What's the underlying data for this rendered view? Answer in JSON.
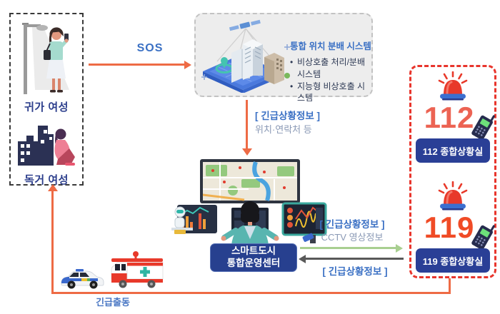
{
  "left_box": {
    "labels": [
      "귀가 여성",
      "독거 여성"
    ]
  },
  "sos_arrow": {
    "label": "SOS"
  },
  "location_system_box": {
    "title": "통합 위치 분배 시스템",
    "bullet_marker": "•",
    "bullets": [
      "비상호출 처리/분배 시스템",
      "지능형 비상호출 시스템"
    ]
  },
  "emergency_info_down": {
    "tag": "[ 긴급상황정보 ]",
    "detail": "위치·연락처 등"
  },
  "control_center": {
    "name_line1": "스마트도시",
    "name_line2": "통합운영센터"
  },
  "center_to_situation_room": {
    "tag": "[ 긴급상황정보 ]",
    "detail": "CCTV 영상정보"
  },
  "situation_room_to_center": {
    "tag": "[ 긴급상황정보 ]"
  },
  "right_box": {
    "units": [
      {
        "number": "112",
        "label": "112 종합상황실"
      },
      {
        "number": "119",
        "label": "119 종합상황실"
      }
    ]
  },
  "dispatch": {
    "label": "긴급출동"
  },
  "colors": {
    "arrow_orange": "#ee6b45",
    "accent_blue_text": "#3a70c4",
    "muted_blue_text": "#8a99b5",
    "navy_button": "#2a3f96",
    "navy_label_text": "#2c3e8c",
    "red_dashed_border": "#e8352c",
    "number_112": "#ec6353",
    "number_119": "#f04b26",
    "green_arrow": "#a8cf90",
    "gray_arrow": "#595959",
    "gray_box_bg": "#ededed"
  }
}
